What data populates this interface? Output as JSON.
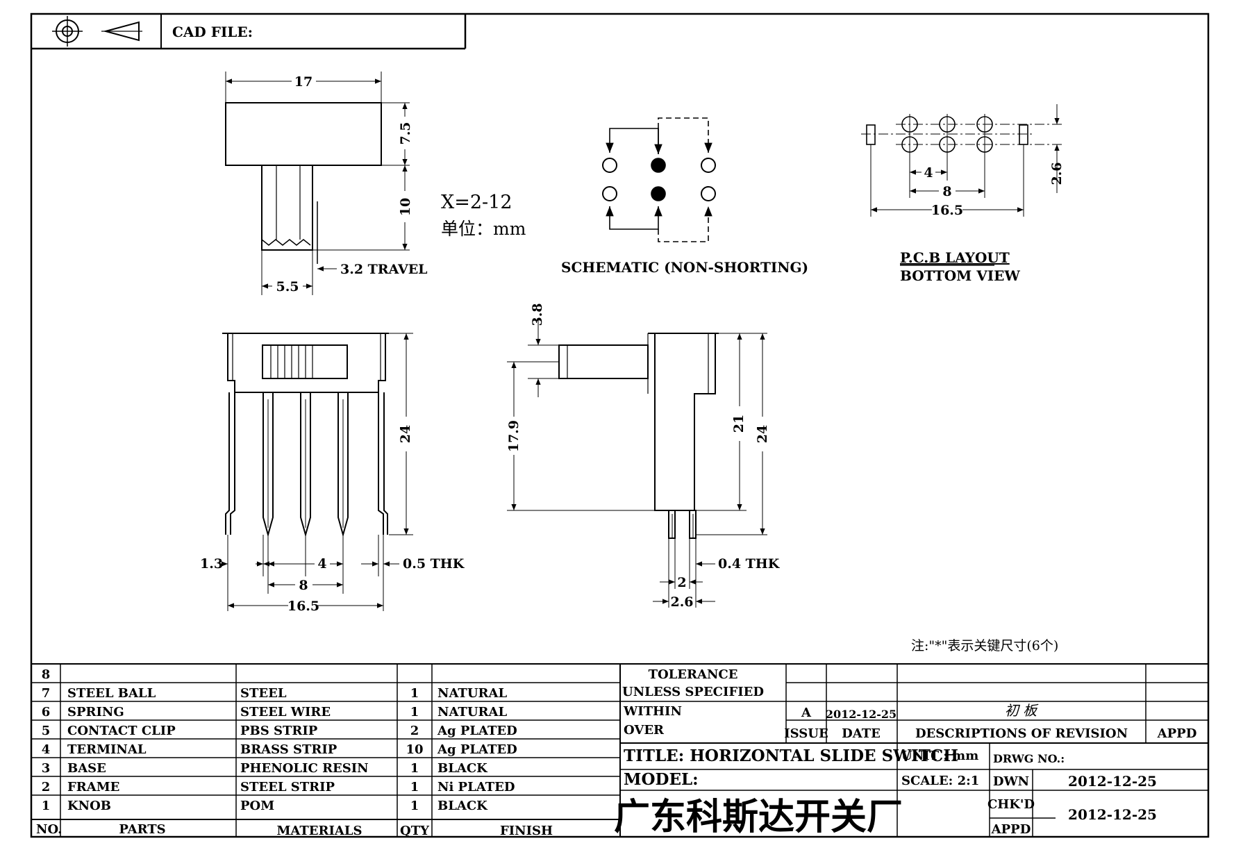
{
  "header": {
    "cad_file_label": "CAD FILE:",
    "projection_symbol": "third-angle-projection-icon"
  },
  "drawing": {
    "top_view": {
      "width": "17",
      "height": "7.5",
      "lever_length": "10",
      "lever_width": "5.5",
      "travel": "3.2 TRAVEL"
    },
    "spec_note": {
      "x_range": "X=2-12",
      "unit_note": "单位：mm"
    },
    "schematic": {
      "caption": "SCHEMATIC (NON-SHORTING)"
    },
    "pcb_layout": {
      "pitch": "4",
      "span": "8",
      "overall": "16.5",
      "row_gap": "2.6",
      "caption_line1": "P.C.B LAYOUT",
      "caption_line2": "BOTTOM VIEW"
    },
    "front_view": {
      "height": "24",
      "edge": "1.3",
      "pitch": "4",
      "span": "8",
      "overall": "16.5",
      "thickness": "0.5 THK"
    },
    "side_view": {
      "lever_dia": "3.8",
      "lever_height": "17.9",
      "body_height": "21",
      "total_height": "24",
      "pin_width": "2",
      "pin_span": "2.6",
      "thickness": "0.4 THK"
    },
    "key_note": "注:\"*\"表示关键尺寸(6个)"
  },
  "bom": {
    "headers": {
      "no": "NO.",
      "parts": "PARTS",
      "materials": "MATERIALS",
      "qty": "QTY",
      "finish": "FINISH"
    },
    "rows": [
      {
        "no": "8",
        "part": "",
        "material": "",
        "qty": "",
        "finish": ""
      },
      {
        "no": "7",
        "part": "STEEL BALL",
        "material": "STEEL",
        "qty": "1",
        "finish": "NATURAL"
      },
      {
        "no": "6",
        "part": "SPRING",
        "material": "STEEL WIRE",
        "qty": "1",
        "finish": "NATURAL"
      },
      {
        "no": "5",
        "part": "CONTACT CLIP",
        "material": "PBS STRIP",
        "qty": "2",
        "finish": "Ag PLATED"
      },
      {
        "no": "4",
        "part": "TERMINAL",
        "material": "BRASS STRIP",
        "qty": "10",
        "finish": "Ag PLATED"
      },
      {
        "no": "3",
        "part": "BASE",
        "material": "PHENOLIC RESIN",
        "qty": "1",
        "finish": "BLACK"
      },
      {
        "no": "2",
        "part": "FRAME",
        "material": "STEEL STRIP",
        "qty": "1",
        "finish": "Ni PLATED"
      },
      {
        "no": "1",
        "part": "KNOB",
        "material": "POM",
        "qty": "1",
        "finish": "BLACK"
      }
    ]
  },
  "title_block": {
    "tolerance_line1": "TOLERANCE",
    "tolerance_line2": "UNLESS  SPECIFIED",
    "within": "WITHIN",
    "over": "OVER",
    "issue_value": "A",
    "issue_date": "2012-12-25",
    "revision_desc": "初 板",
    "issue_label": "ISSUE",
    "date_label": "DATE",
    "descriptions_label": "DESCRIPTIONS OF REVISION",
    "appd_label": "APPD",
    "title": "TITLE: HORIZONTAL SLIDE SWITCH",
    "unit": "UNIT : mm",
    "drwg_no_label": "DRWG NO.:",
    "model_label": "MODEL:",
    "scale": "SCALE: 2:1",
    "dwn_label": "DWN",
    "dwn_date": "2012-12-25",
    "chkd_label": "CHK'D",
    "appd2_label": "APPD",
    "chk_date": "2012-12-25",
    "company": "广东科斯达开关厂"
  }
}
